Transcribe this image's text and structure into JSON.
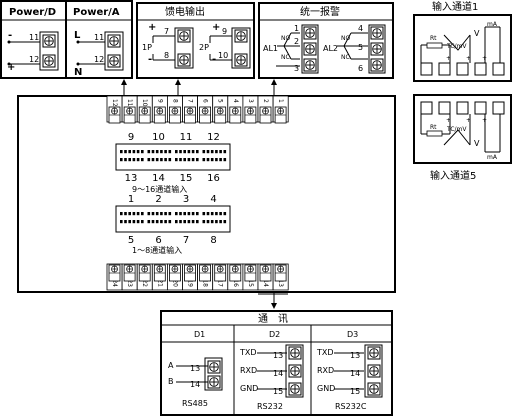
{
  "power": {
    "left_title": "Power/D",
    "right_title": "Power/A",
    "minus": "-",
    "plus": "+",
    "L": "L",
    "N": "N",
    "t11": "11",
    "t12": "12"
  },
  "feed": {
    "title": "馈电输出",
    "p1": "1P",
    "p2": "2P",
    "t7": "7",
    "t8": "8",
    "t9": "9",
    "t10": "10",
    "plus": "+",
    "minus": "-"
  },
  "alarm": {
    "title": "统一报警",
    "al1": "AL1",
    "al2": "AL2",
    "no": "NO",
    "nc": "NC",
    "t1": "1",
    "t2": "2",
    "t3": "3",
    "t4": "4",
    "t5": "5",
    "t6": "6"
  },
  "input1": {
    "title": "输入通道1",
    "rt": "Rt",
    "tc": "TC/mV",
    "v": "V",
    "ma": "mA"
  },
  "input5": {
    "title": "输入通道5",
    "rt": "Rt",
    "tc": "TC/mV",
    "v": "V",
    "ma": "mA"
  },
  "main": {
    "top_terminals": [
      "12",
      "11",
      "10",
      "9",
      "8",
      "7",
      "6",
      "5",
      "4",
      "3",
      "2",
      "1"
    ],
    "bottom_terminals": [
      "24",
      "23",
      "22",
      "21",
      "20",
      "19",
      "18",
      "17",
      "16",
      "15",
      "14",
      "13"
    ],
    "g2_top": [
      "9",
      "10",
      "11",
      "12"
    ],
    "g2_bottom": [
      "13",
      "14",
      "15",
      "16"
    ],
    "g2_label": "9～16通道输入",
    "g1_top": [
      "1",
      "2",
      "3",
      "4"
    ],
    "g1_bottom": [
      "5",
      "6",
      "7",
      "8"
    ],
    "g1_label": "1～8通道输入"
  },
  "comm": {
    "title": "通　讯",
    "cols": [
      {
        "head": "D1",
        "foot": "RS485",
        "rows": [
          {
            "sig": "A",
            "num": "13"
          },
          {
            "sig": "B",
            "num": "14"
          }
        ]
      },
      {
        "head": "D2",
        "foot": "RS232",
        "rows": [
          {
            "sig": "TXD",
            "num": "13"
          },
          {
            "sig": "RXD",
            "num": "14"
          },
          {
            "sig": "GND",
            "num": "15"
          }
        ]
      },
      {
        "head": "D3",
        "foot": "RS232C",
        "rows": [
          {
            "sig": "TXD",
            "num": "13"
          },
          {
            "sig": "RXD",
            "num": "14"
          },
          {
            "sig": "GND",
            "num": "15"
          }
        ]
      }
    ]
  }
}
